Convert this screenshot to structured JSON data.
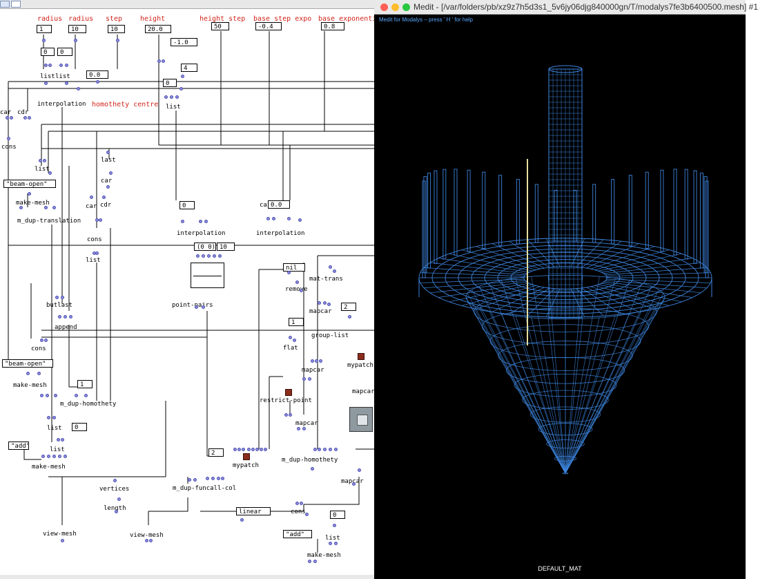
{
  "patch": {
    "red_labels": [
      "radius",
      "radius",
      "step",
      "height",
      "height step",
      "base step expo",
      "base exponenti"
    ],
    "boxes": {
      "b1": "1",
      "b10": "10",
      "b10s": "10",
      "b20": "20.0",
      "bm1": "-1.0",
      "b50": "50",
      "bm04": "-0.4",
      "b08": "0.8",
      "b0a": "0",
      "b0b": "0",
      "b00": "0.0",
      "b4": "4",
      "b0c": "0",
      "beam1": "\"beam-open\"",
      "b0d": "0",
      "bca": "0.0",
      "bnil": "nil",
      "b00list": "(0 0)",
      "b10b": "10",
      "b2": "2",
      "b1b": "1",
      "beam2": "\"beam-open\"",
      "b1c": "1",
      "b0e": "0",
      "add1": "\"add\"",
      "b2b": "2",
      "linear": "linear",
      "b0f": "0",
      "add2": "\"add\""
    },
    "labels": {
      "list1": "list",
      "list2": "list",
      "interp1": "interpolation",
      "homcentre": "homothety centre",
      "list3": "list",
      "car1": "car",
      "cdr1": "cdr",
      "cons1": "cons",
      "list4": "list",
      "makemesh1": "make-mesh",
      "mduptrans": "m_dup-translation",
      "last": "last",
      "car2": "car",
      "car3": "car",
      "cdr2": "cdr",
      "cons2": "cons",
      "list5": "list",
      "interp2": "interpolation",
      "ca": "ca",
      "interp3": "interpolation",
      "pointpairs": "point-pairs",
      "mattrans": "mat-trans",
      "remove": "remove",
      "mapcar1": "mapcar",
      "grouplist": "group-list",
      "flat": "flat",
      "mapcar2": "mapcar",
      "mypatch1": "mypatch",
      "mapcar3": "mapcar",
      "restrictpoint": "restrict-point",
      "mapcar4": "mapcar",
      "butlast": "butlast",
      "append": "append",
      "cons3": "cons",
      "makemesh2": "make-mesh",
      "mduphom1": "m_dup-homothety",
      "list6": "list",
      "list7": "list",
      "makemesh3": "make-mesh",
      "mypatch2": "mypatch",
      "mduphom2": "m_dup-homothety",
      "mapcar5": "mapcar",
      "vertices": "vertices",
      "length": "length",
      "mdupfun": "m_dup-funcall-col",
      "cons4": "cons",
      "list8": "list",
      "viewmesh1": "view-mesh",
      "viewmesh2": "view-mesh",
      "makemesh4": "make-mesh"
    }
  },
  "medit": {
    "window_title": "Medit - [/var/folders/pb/xz9z7h5d3s1_5v6jy06djg840000gn/T/modalys7fe3b6400500.mesh] #1",
    "help_text": "Medit for Modalys  –  press ' H ' for help",
    "material_label": "DEFAULT_MAT",
    "traffic_colors": [
      "#ff5f57",
      "#febc2e",
      "#28c840"
    ],
    "mesh_color": "#3d86e0"
  }
}
